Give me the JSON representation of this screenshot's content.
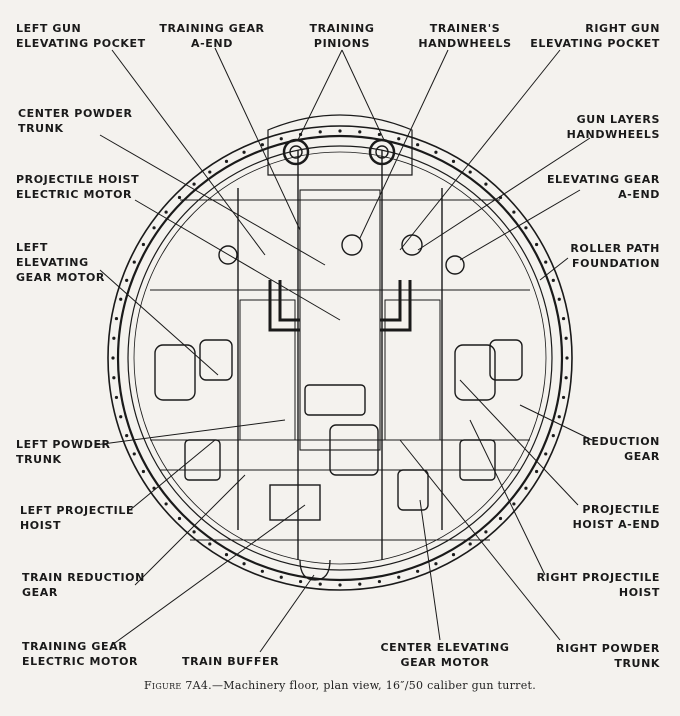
{
  "labels": [
    {
      "id": "left-gun-elevating-pocket",
      "lines": [
        "LEFT GUN",
        "ELEVATING POCKET"
      ]
    },
    {
      "id": "training-gear-a-end",
      "lines": [
        "TRAINING GEAR",
        "A-END"
      ]
    },
    {
      "id": "training-pinions",
      "lines": [
        "TRAINING",
        "PINIONS"
      ]
    },
    {
      "id": "trainers-handwheels",
      "lines": [
        "TRAINER'S",
        "HANDWHEELS"
      ]
    },
    {
      "id": "right-gun-elevating-pocket",
      "lines": [
        "RIGHT GUN",
        "ELEVATING POCKET"
      ]
    },
    {
      "id": "center-powder-trunk",
      "lines": [
        "CENTER POWDER",
        "TRUNK"
      ]
    },
    {
      "id": "gun-layers-handwheels",
      "lines": [
        "GUN LAYERS",
        "HANDWHEELS"
      ]
    },
    {
      "id": "projectile-hoist-electric-motor",
      "lines": [
        "PROJECTILE HOIST",
        "ELECTRIC MOTOR"
      ]
    },
    {
      "id": "elevating-gear-a-end",
      "lines": [
        "ELEVATING GEAR",
        "A-END"
      ]
    },
    {
      "id": "left-elevating-gear-motor",
      "lines": [
        "LEFT",
        "ELEVATING",
        "GEAR MOTOR"
      ]
    },
    {
      "id": "roller-path-foundation",
      "lines": [
        "ROLLER PATH",
        "FOUNDATION"
      ]
    },
    {
      "id": "left-powder-trunk",
      "lines": [
        "LEFT POWDER",
        "TRUNK"
      ]
    },
    {
      "id": "reduction-gear",
      "lines": [
        "REDUCTION",
        "GEAR"
      ]
    },
    {
      "id": "left-projectile-hoist",
      "lines": [
        "LEFT PROJECTILE",
        "HOIST"
      ]
    },
    {
      "id": "projectile-hoist-a-end",
      "lines": [
        "PROJECTILE",
        "HOIST A-END"
      ]
    },
    {
      "id": "train-reduction-gear",
      "lines": [
        "TRAIN REDUCTION",
        "GEAR"
      ]
    },
    {
      "id": "right-projectile-hoist",
      "lines": [
        "RIGHT PROJECTILE",
        "HOIST"
      ]
    },
    {
      "id": "training-gear-electric-motor",
      "lines": [
        "TRAINING GEAR",
        "ELECTRIC MOTOR"
      ]
    },
    {
      "id": "train-buffer",
      "lines": [
        "TRAIN BUFFER"
      ]
    },
    {
      "id": "center-elevating-gear-motor",
      "lines": [
        "CENTER ELEVATING",
        "GEAR MOTOR"
      ]
    },
    {
      "id": "right-powder-trunk",
      "lines": [
        "RIGHT POWDER",
        "TRUNK"
      ]
    }
  ],
  "caption": {
    "figure": "Figure 7A4.",
    "text": "—Machinery floor, plan view, 16″/50 caliber gun turret."
  },
  "colors": {
    "ink": "#1a1a1a",
    "paper": "#f4f2ee"
  }
}
